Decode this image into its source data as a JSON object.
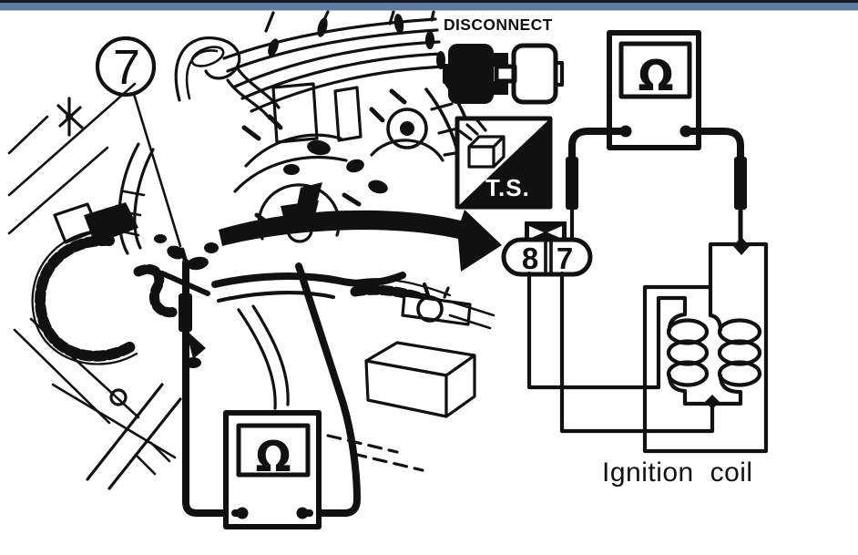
{
  "diagram": {
    "type": "ignition coil resistance test illustration",
    "icons": {
      "disconnect_label": "DISCONNECT",
      "ts_label": "T.S."
    },
    "callout_number": "7",
    "connector": {
      "terminal_left": "8",
      "terminal_right": "7"
    },
    "meter_symbol": "Ω",
    "coil_label": "Ignition coil",
    "colors": {
      "ink": "#111111",
      "paper": "#ffffff",
      "titlebar": "#5d7ca0",
      "titlebar_top_line": "#14191f"
    }
  }
}
